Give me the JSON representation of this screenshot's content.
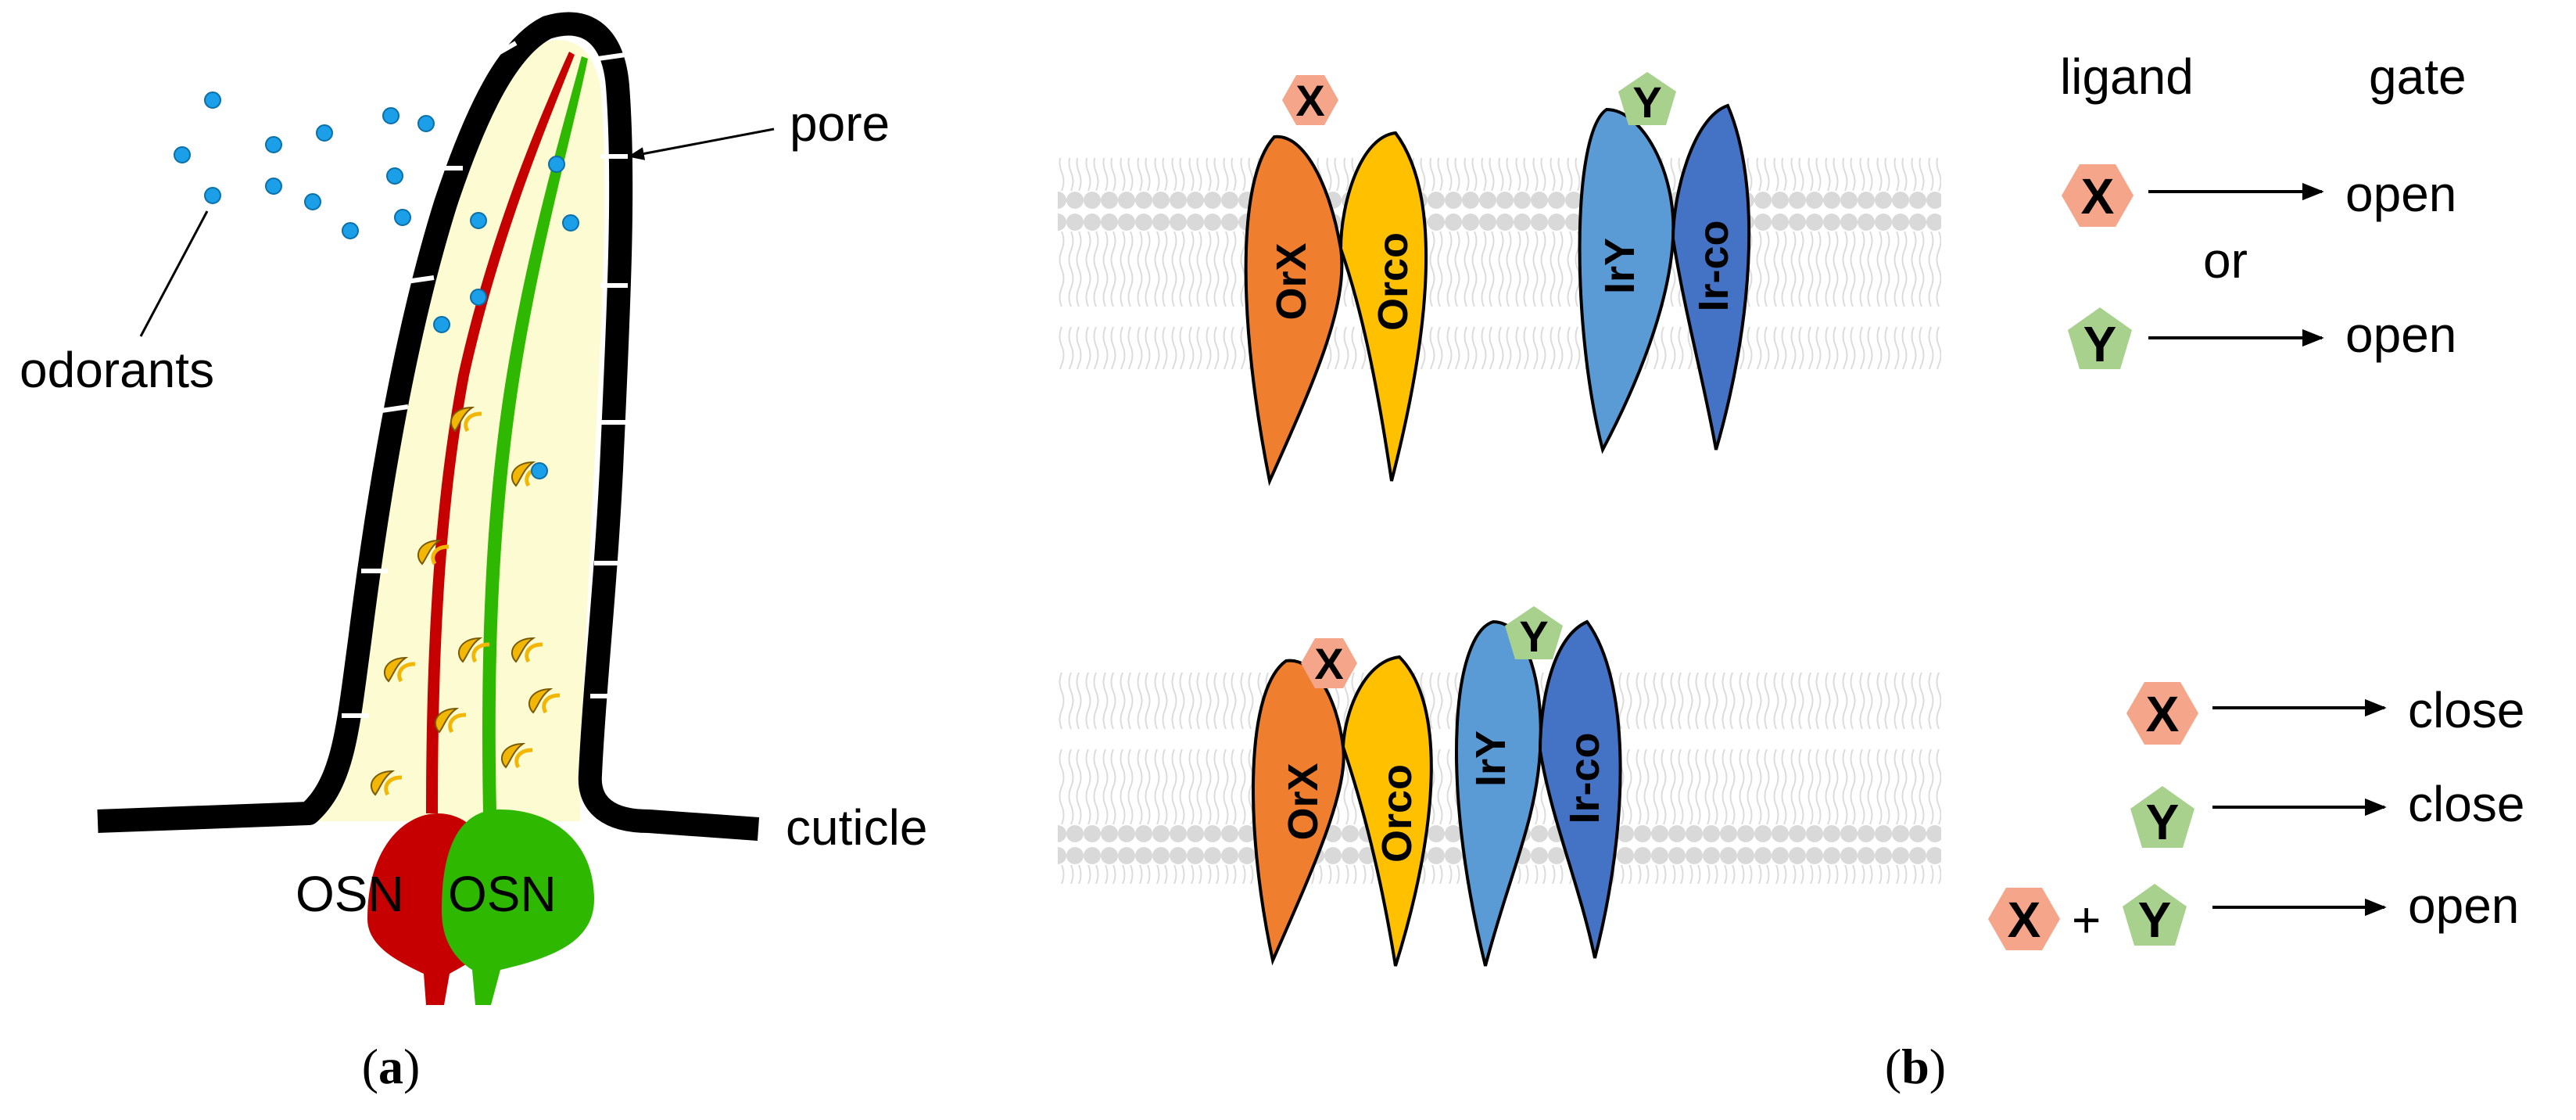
{
  "panels": {
    "a": {
      "open": "(",
      "letter": "a",
      "close": ")"
    },
    "b": {
      "open": "(",
      "letter": "b",
      "close": ")"
    }
  },
  "sensillum": {
    "pore_label": "pore",
    "odorants_label": "odorants",
    "cuticle_label": "cuticle",
    "neurons": [
      {
        "label": "OSN",
        "color": "#c60000"
      },
      {
        "label": "OSN",
        "color": "#2eb800"
      }
    ],
    "colors": {
      "lymph": "#fdfbd2",
      "cuticle": "#000000",
      "odorant": "#1a9fe8",
      "receptor_protein": "#f2b705"
    }
  },
  "membrane_top": {
    "receptors": [
      {
        "label": "OrX",
        "color": "#ef7f2f"
      },
      {
        "label": "Orco",
        "color": "#ffc000"
      },
      {
        "label": "IrY",
        "color": "#5b9bd5"
      },
      {
        "label": "Ir-co",
        "color": "#4472c4"
      }
    ],
    "ligands": [
      {
        "label": "X",
        "color": "#f4a58a"
      },
      {
        "label": "Y",
        "color": "#a9d18e"
      }
    ]
  },
  "membrane_bottom": {
    "receptors": [
      {
        "label": "OrX",
        "color": "#ef7f2f"
      },
      {
        "label": "Orco",
        "color": "#ffc000"
      },
      {
        "label": "IrY",
        "color": "#5b9bd5"
      },
      {
        "label": "Ir-co",
        "color": "#4472c4"
      }
    ],
    "ligands": [
      {
        "label": "X",
        "color": "#f4a58a"
      },
      {
        "label": "Y",
        "color": "#a9d18e"
      }
    ]
  },
  "legend_top": {
    "ligand_header": "ligand",
    "gate_header": "gate",
    "or_text": "or",
    "rows": [
      {
        "ligand": "X",
        "result": "open"
      },
      {
        "ligand": "Y",
        "result": "open"
      }
    ]
  },
  "legend_bottom": {
    "plus": "+",
    "rows": [
      {
        "ligand": "X",
        "result": "close"
      },
      {
        "ligand": "Y",
        "result": "close"
      },
      {
        "ligand_a": "X",
        "ligand_b": "Y",
        "result": "open"
      }
    ]
  },
  "membrane_colors": {
    "head": "#d9d9d9",
    "tail": "#d9d9d9"
  }
}
